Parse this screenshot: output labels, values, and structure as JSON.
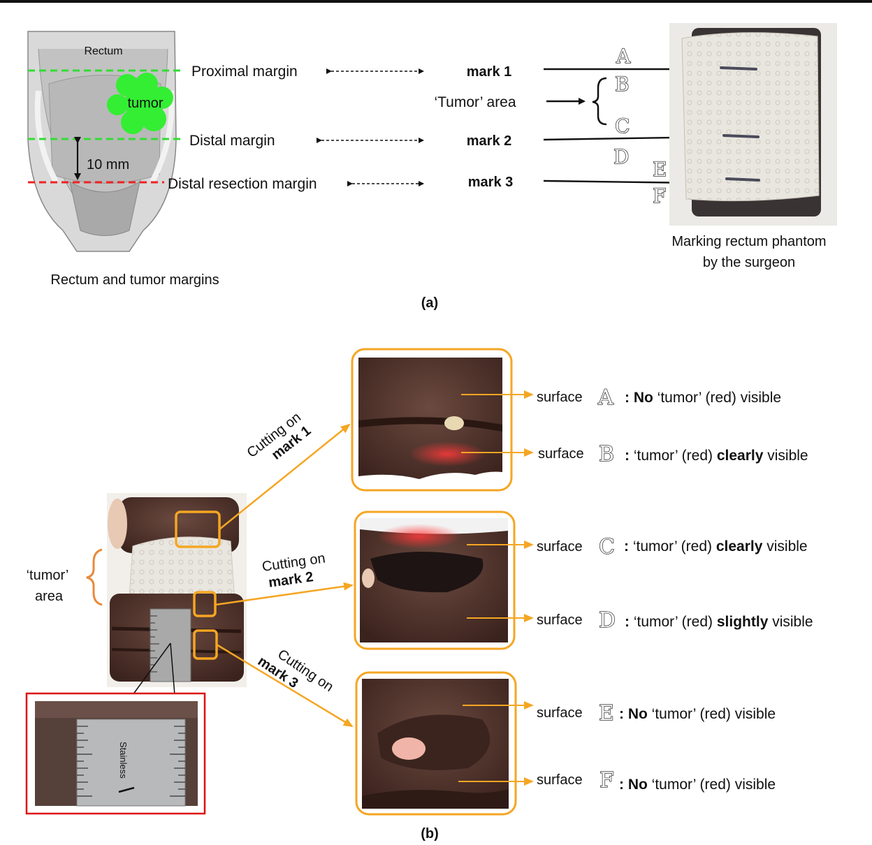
{
  "panel_a": {
    "caption": "(a)",
    "anatomy": {
      "rectum_label": "Rectum",
      "tumor_label": "tumor",
      "distance_label": "10 mm",
      "caption": "Rectum and tumor margins"
    },
    "margins": {
      "proximal": "Proximal margin",
      "distal": "Distal margin",
      "distal_resection": "Distal resection margin"
    },
    "marks": {
      "mark1": "mark 1",
      "mark2": "mark 2",
      "mark3": "mark 3"
    },
    "tumor_area": "‘Tumor’ area",
    "letters": {
      "A": "A",
      "B": "B",
      "C": "C",
      "D": "D",
      "E": "E",
      "F": "F"
    },
    "phantom_caption_line1": "Marking rectum phantom",
    "phantom_caption_line2": "by the surgeon"
  },
  "panel_b": {
    "caption": "(b)",
    "tumor_area_line1": "‘tumor’",
    "tumor_area_line2": "area",
    "cut1_line1": "Cutting on",
    "cut1_line2": "mark 1",
    "cut2_line1": "Cutting on",
    "cut2_line2": "mark 2",
    "cut3_line1": "Cutting on",
    "cut3_line2": "mark 3",
    "ruler_text": "Stainless",
    "surfaces": [
      {
        "word": "surface",
        "letter": "A",
        "colon": ":",
        "pre_bold": "No",
        "text": " ‘tumor’ (red) visible",
        "post_bold": ""
      },
      {
        "word": "surface",
        "letter": "B",
        "colon": ":",
        "pre_bold": "",
        "text": " ‘tumor’ (red) ",
        "post_bold": "clearly",
        "tail": " visible"
      },
      {
        "word": "surface",
        "letter": "C",
        "colon": ":",
        "pre_bold": "",
        "text": " ‘tumor’  (red) ",
        "post_bold": "clearly",
        "tail": " visible"
      },
      {
        "word": "surface",
        "letter": "D",
        "colon": ":",
        "pre_bold": "",
        "text": " ‘tumor’ (red) ",
        "post_bold": "slightly",
        "tail": " visible"
      },
      {
        "word": "surface",
        "letter": "E",
        "colon": ":",
        "pre_bold": "No",
        "text": " ‘tumor’  (red) visible",
        "post_bold": ""
      },
      {
        "word": "surface",
        "letter": "F",
        "colon": ":",
        "pre_bold": "No",
        "text": " ‘tumor’ (red) visible",
        "post_bold": ""
      }
    ]
  },
  "colors": {
    "orange": "#f5a623",
    "tumor_green": "#33ee33",
    "margin_green": "#33dd33",
    "resection_red": "#ee2222",
    "phantom_brown": "#4a2f28",
    "inset_red": "#dd1111"
  }
}
